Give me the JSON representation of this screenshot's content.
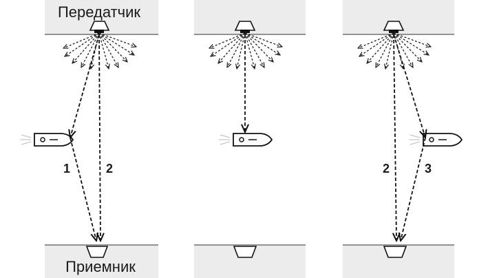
{
  "labels": {
    "transmitter": "Передатчик",
    "receiver": "Приемник"
  },
  "path_numbers": {
    "panel1_path1": "1",
    "panel1_path2": "2",
    "panel3_path2": "2",
    "panel3_path3": "3"
  },
  "colors": {
    "band": "#ececec",
    "line": "#111111"
  }
}
